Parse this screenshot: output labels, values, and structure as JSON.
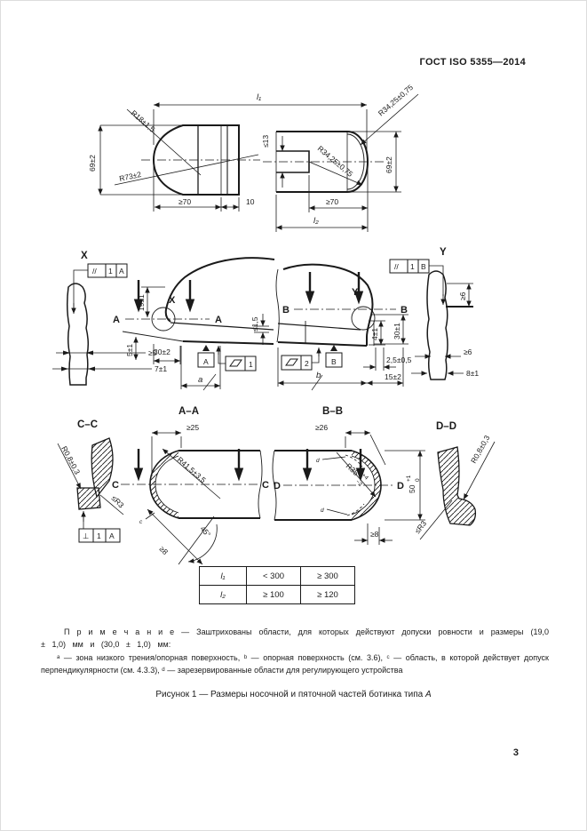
{
  "header": {
    "standard": "ГОСТ ISO 5355—2014"
  },
  "drawings": {
    "top": {
      "l1": "l₁",
      "l2": "l₂",
      "r18": "R18±1,5",
      "r73": "R73±2",
      "h69_left": "69±2",
      "w70_left": "≥70",
      "w10": "10",
      "slot13": "≤13",
      "r3425_outer": "R34,25±0,75",
      "r3425_inner": "R34,25±0,75",
      "h69_right": "69±2",
      "w70_right": "≥70"
    },
    "x_detail": {
      "title": "X",
      "circle_label": "X",
      "par_sym": "//",
      "par_val": "1",
      "par_ref": "A",
      "ge5": "≥5",
      "d7": "7±1",
      "d19": "19±1",
      "cut": "A",
      "le15": "≤1,5",
      "d30": "30±2",
      "d5": "5±1",
      "datum": "A",
      "flat_val": "1",
      "a": "a"
    },
    "y_detail": {
      "title": "Y",
      "circle_label": "Y",
      "par_sym": "//",
      "par_val": "1",
      "par_ref": "B",
      "cut": "B",
      "d4": "4±1",
      "d30": "30±1",
      "ge6_top": "≥6",
      "ge6_bot": "≥6",
      "d8": "8±1",
      "d25": "2,5±0,5",
      "d15": "15±2",
      "flat_val": "2",
      "datum": "B",
      "b": "b"
    },
    "cc": {
      "title": "C–C",
      "r08": "R0,8±0,3",
      "r3": "≤R3",
      "perp_sym": "⊥",
      "perp_val": "1",
      "perp_ref": "A"
    },
    "aa": {
      "title": "A–A",
      "ge25": "≥25",
      "r415": "R41,5±3,5",
      "ang45": "45°",
      "ge8": "≥8",
      "cut": "C",
      "c": "c"
    },
    "bb": {
      "title": "B–B",
      "ge26": "≥26",
      "r35": "R35",
      "r35_sup": "+4",
      "r35_sub": "−2",
      "d50": "50",
      "d50_sup": "+1",
      "d50_sub": "0",
      "ge8": "≥8",
      "cut": "D",
      "d": "d"
    },
    "dd": {
      "title": "D–D",
      "r08": "R0,8±0,3",
      "r3": "≤R3"
    }
  },
  "table": {
    "rows": [
      {
        "param": "l₁",
        "col1": "< 300",
        "col2": "≥ 300"
      },
      {
        "param": "l₂",
        "col1": "≥ 100",
        "col2": "≥ 120"
      }
    ]
  },
  "note": {
    "para1": "П р и м е ч а н и е  —  Заштрихованы области, для которых действуют допуски ровности и размеры (19,0 ± 1,0) мм и (30,0 ± 1,0) мм:",
    "para2": "ᵃ — зона низкого трения/опорная поверхность, ᵇ — опорная поверхность (см. 3.6), ᶜ — область, в которой действует допуск перпендикулярности (см. 4.3.3), ᵈ — зарезервированные области для регулирующего устройства"
  },
  "caption": {
    "prefix": "Рисунок 1 — Размеры носочной и пяточной частей ботинка типа ",
    "type_italic": "А"
  },
  "page": {
    "number": "3"
  }
}
